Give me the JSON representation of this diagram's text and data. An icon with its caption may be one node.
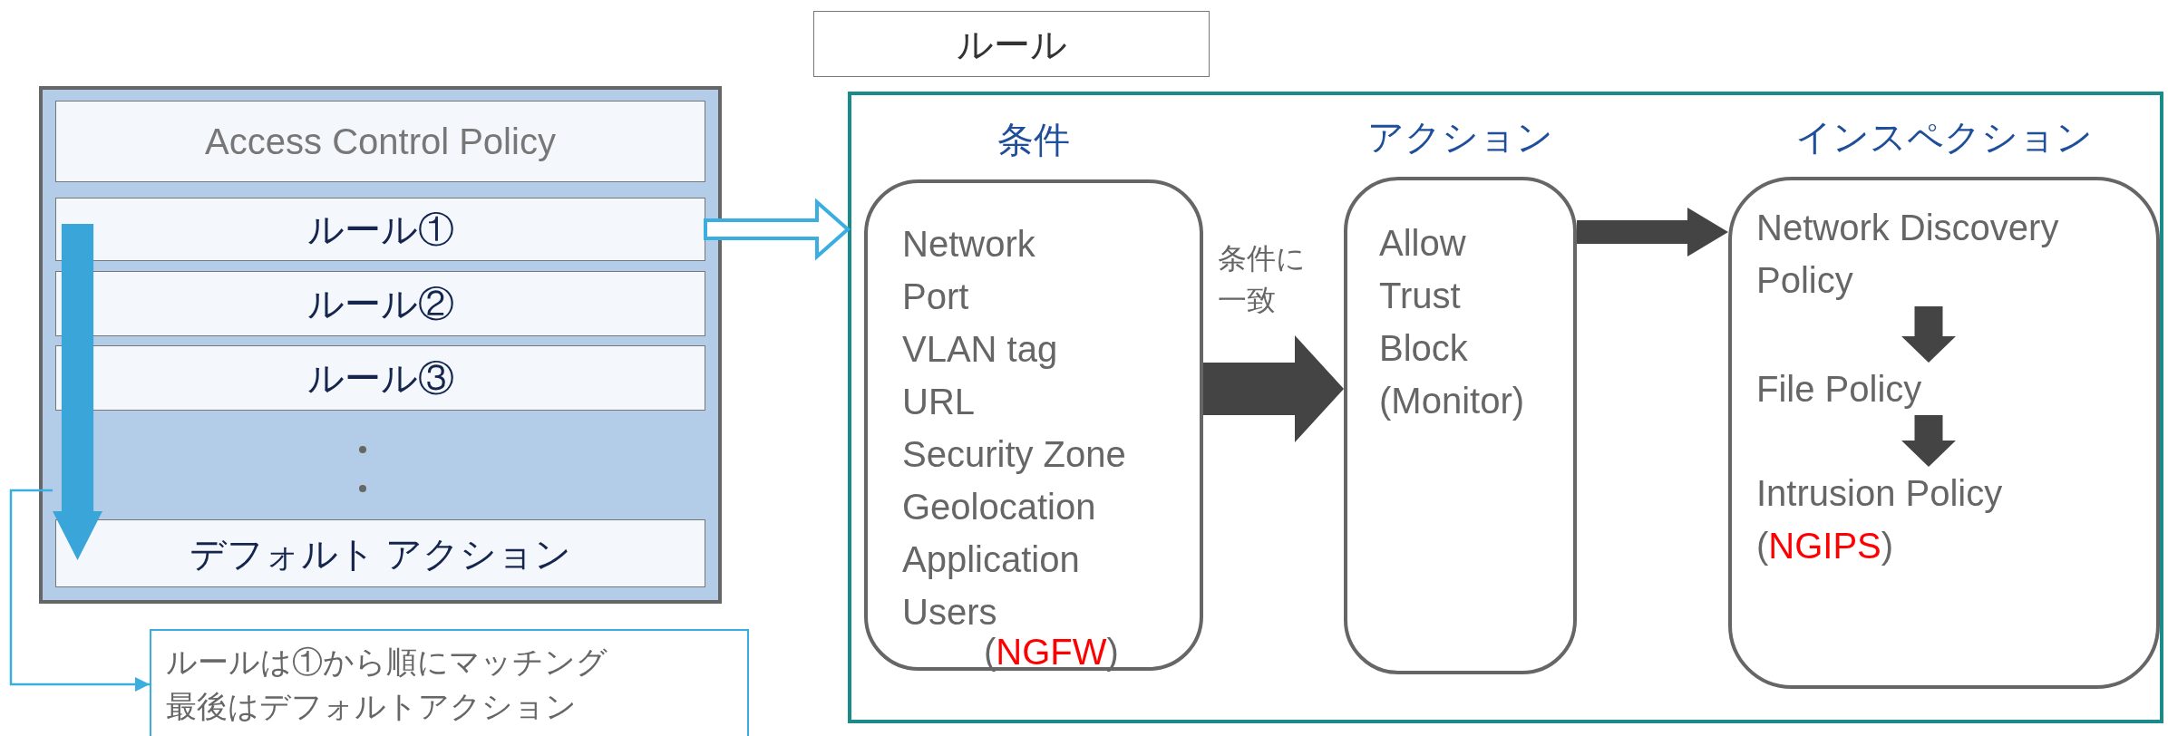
{
  "diagram": {
    "nodes": [
      {
        "text": [],
        "shape": "box"
      },
      {
        "text": [
          "Access Control Policy"
        ],
        "in": 0
      },
      {
        "text": [
          "ルール①"
        ],
        "in": 0
      },
      {
        "text": [
          "ルール②"
        ],
        "in": 0
      },
      {
        "text": [
          "ルール③"
        ],
        "in": 0
      },
      {
        "text": [
          "デフォルト アクション"
        ],
        "in": 0
      },
      {
        "text": [],
        "shape": "arrow",
        "in": 0
      },
      {
        "text": [
          "ルールは①から順にマッチング最後はデフォルトアクション"
        ]
      },
      {
        "text": [
          "ルール"
        ]
      },
      {
        "text": [],
        "shape": "box"
      },
      {
        "text": [
          "条件",
          "Network",
          "Port",
          "VLAN tag",
          "URL",
          "Security Zone",
          "Geolocation",
          "Application",
          "Users",
          "(NGFW)"
        ],
        "in": 9
      },
      {
        "text": [
          "アクション",
          "Allow",
          "Trust",
          "Block",
          "(Monitor)"
        ],
        "in": 9
      },
      {
        "text": [
          "インスペクション"
        ],
        "in": 9
      },
      {
        "text": [
          "Network Discovery Policy"
        ],
        "in": 12
      },
      {
        "text": [
          "File Policy"
        ],
        "in": 12
      },
      {
        "text": [
          "Intrusion Policy",
          "(NGIPS)"
        ],
        "in": 12
      }
    ],
    "edges": [
      {
        "from": 2,
        "to": 9,
        "arrow": "to",
        "style": "thick",
        "color": "#3aaee0"
      },
      {
        "from": 10,
        "to": 11,
        "arrow": "to",
        "label": "条件に一致",
        "style": "thick"
      },
      {
        "from": 11,
        "to": 12,
        "arrow": "to",
        "style": "thick"
      },
      {
        "from": 13,
        "to": 14,
        "arrow": "to",
        "style": "thick"
      },
      {
        "from": 14,
        "to": 15,
        "arrow": "to",
        "style": "thick"
      },
      {
        "from": 6,
        "to": 7,
        "arrow": "to",
        "color": "#3aaee0"
      }
    ]
  }
}
